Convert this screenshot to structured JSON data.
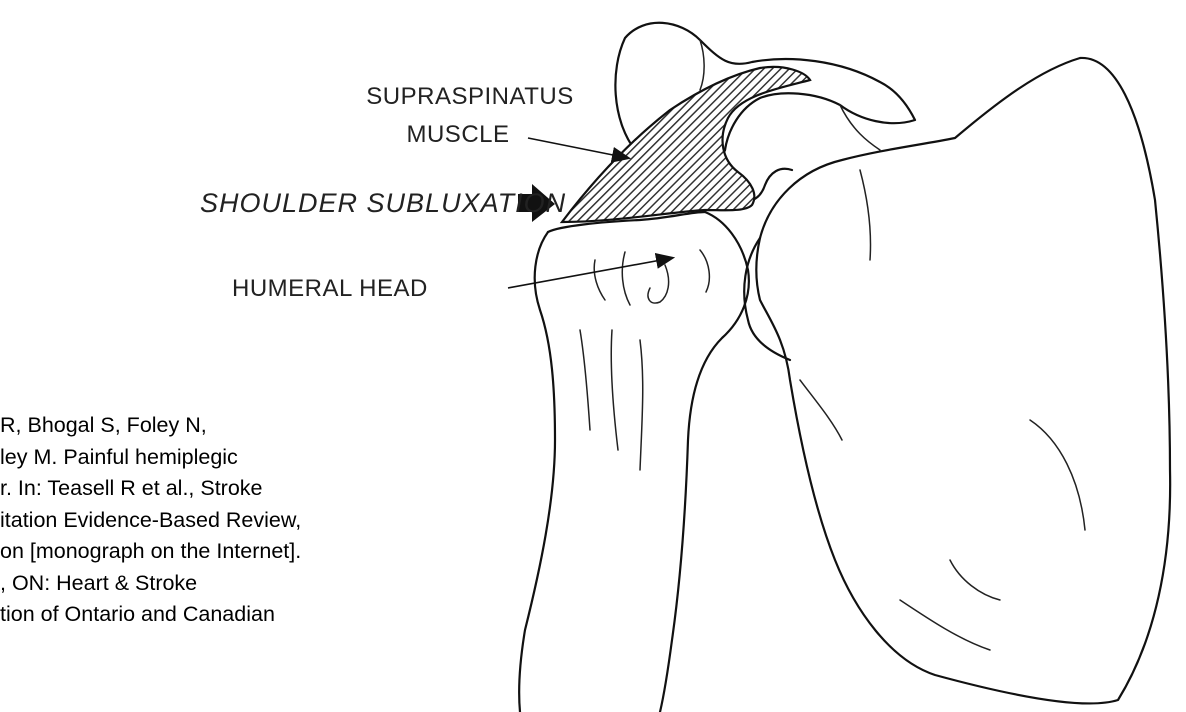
{
  "labels": {
    "supraspinatus_line1": "SUPRASPINATUS",
    "supraspinatus_line2": "MUSCLE",
    "subluxation": "SHOULDER SUBLUXATION",
    "humeral_head": "HUMERAL HEAD"
  },
  "citation": {
    "lines": [
      "R, Bhogal S, Foley N,",
      "ley M. Painful hemiplegic",
      "r. In: Teasell R et al., Stroke",
      "itation Evidence-Based Review,",
      "on [monograph on the Internet].",
      ", ON: Heart & Stroke",
      "tion of Ontario and Canadian"
    ]
  },
  "colors": {
    "ink": "#111111",
    "background": "#ffffff"
  }
}
